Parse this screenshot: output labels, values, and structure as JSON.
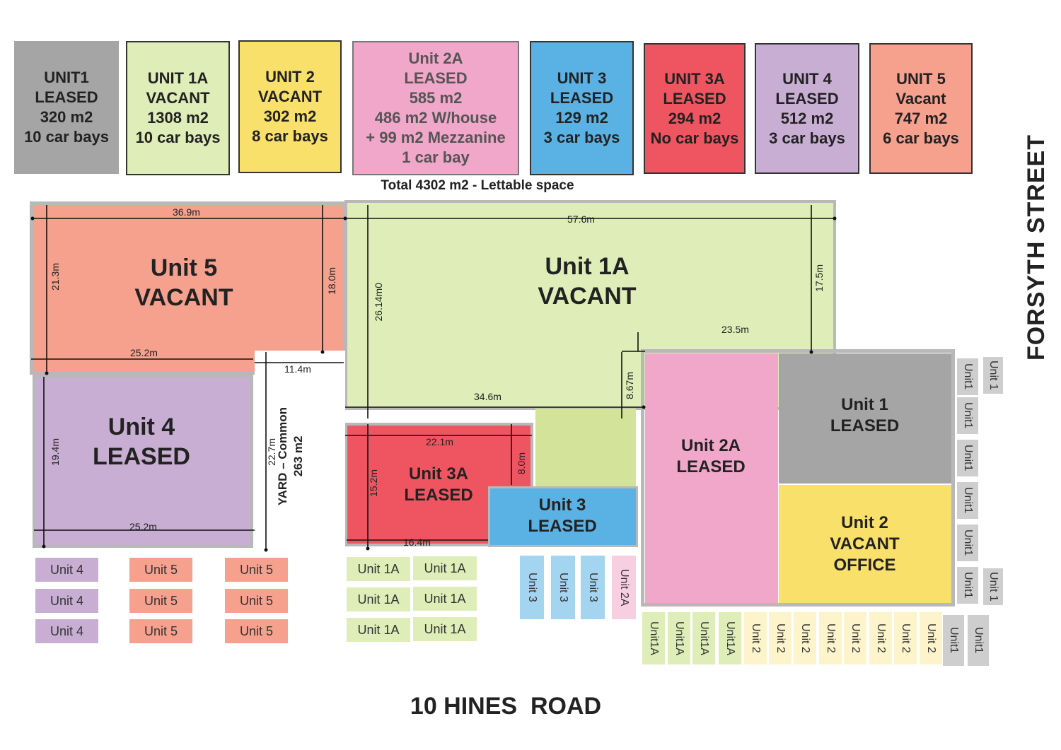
{
  "colors": {
    "unit1": "#a5a5a5",
    "unit1a": "#dfedb8",
    "unit2": "#f9e06a",
    "unit2a": "#f0a7c9",
    "unit3": "#5ab2e4",
    "unit3a": "#ef5560",
    "unit4": "#c9aed4",
    "unit5": "#f6a08e",
    "unit3_landscape": "#d4e39a",
    "wall": "#b8b8b8"
  },
  "summary_cards": [
    {
      "lines": [
        "UNIT1",
        "LEASED",
        "320 m2",
        "10 car bays"
      ]
    },
    {
      "lines": [
        "UNIT 1A",
        "VACANT",
        "1308 m2",
        "10 car bays"
      ]
    },
    {
      "lines": [
        "UNIT 2",
        "VACANT",
        "302 m2",
        "8 car bays"
      ]
    },
    {
      "lines": [
        "Unit 2A",
        "LEASED",
        "585 m2",
        "486 m2 W/house",
        "+ 99 m2 Mezzanine",
        "1 car bay"
      ]
    },
    {
      "lines": [
        "UNIT 3",
        "LEASED",
        "129 m2",
        "3 car bays"
      ]
    },
    {
      "lines": [
        "UNIT 3A",
        "LEASED",
        "294 m2",
        "No car bays"
      ]
    },
    {
      "lines": [
        "UNIT 4",
        "LEASED",
        "512 m2",
        "3 car bays"
      ]
    },
    {
      "lines": [
        "UNIT 5",
        "Vacant",
        "747 m2",
        "6 car bays"
      ]
    }
  ],
  "total_text": "Total 4302 m2 - Lettable space",
  "street_right": "FORSYTH STREET",
  "street_bottom": "10 HINES  ROAD",
  "plan_units": {
    "unit5": [
      "Unit 5",
      "VACANT"
    ],
    "unit1a": [
      "Unit 1A",
      "VACANT"
    ],
    "unit4": [
      "Unit 4",
      "LEASED"
    ],
    "unit3a": [
      "Unit 3A",
      "LEASED"
    ],
    "unit3": [
      "Unit 3",
      "LEASED"
    ],
    "unit2a": [
      "Unit 2A",
      "LEASED"
    ],
    "unit1": [
      "Unit 1",
      "LEASED"
    ],
    "unit2": [
      "Unit 2",
      "VACANT",
      "OFFICE"
    ],
    "yard": [
      "YARD – Common",
      "263 m2"
    ]
  },
  "dimensions": {
    "u5_top": "36.9m",
    "u5_left": "21.3m",
    "u5_right": "18.0m",
    "u5_bottom": "25.2m",
    "yard_width": "11.4m",
    "u1a_top": "57.6m",
    "u1a_left": "26.14m0",
    "u1a_right": "17.5m",
    "u1a_inner": "23.5m",
    "u1a_bottom": "34.6m",
    "u1a_step": "8.67m",
    "u4_left": "19.4m",
    "u4_bottom": "25.2m",
    "yard_depth": "22.7m",
    "u3a_top": "22.1m",
    "u3a_step": "8.0m",
    "u3a_left": "15.2m",
    "u3a_bottom": "16.4m"
  },
  "bays": {
    "unit4_label": "Unit 4",
    "unit5_label": "Unit 5",
    "unit1a_label": "Unit 1A",
    "unit3_label": "Unit 3",
    "unit2a_label": "Unit 2A",
    "unit1a_v_label": "Unit1A",
    "unit2_v_label": "Unit 2",
    "unit1_v_label": "Unit1",
    "unit1_right_label": "Unit 1"
  }
}
